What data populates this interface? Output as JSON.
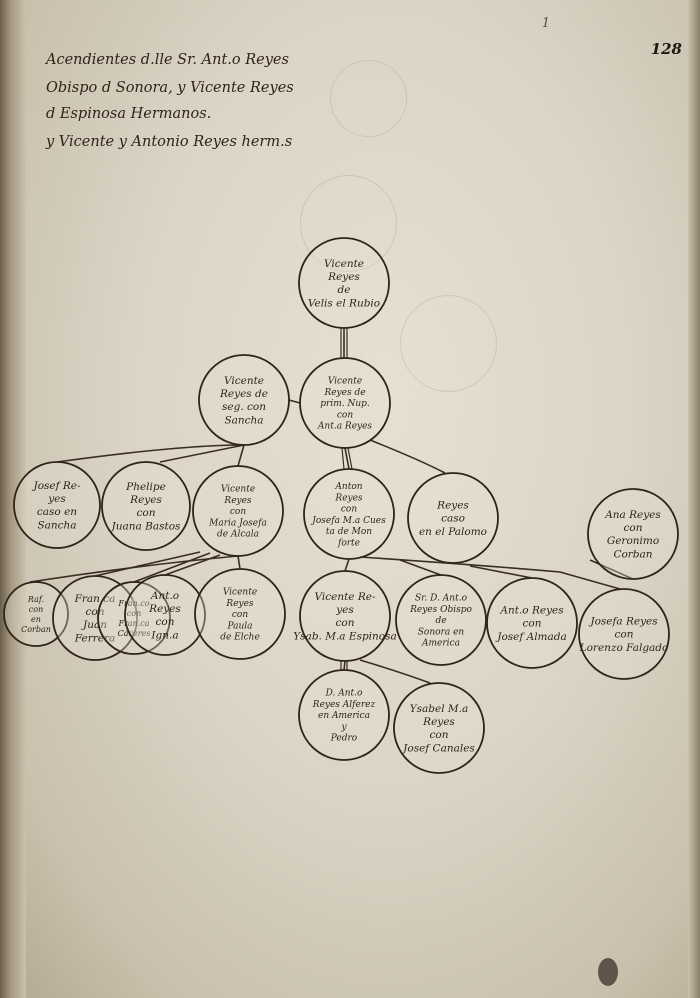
{
  "folio": {
    "number": "128",
    "small_mark": "1"
  },
  "title": {
    "lines": [
      "Acendientes d.lle Sr. Ant.o Reyes",
      "Obispo d Sonora, y Vicente Reyes",
      "d Espinosa Hermanos.",
      "y Vicente y Antonio Reyes herm.s"
    ]
  },
  "tree": {
    "nodes": [
      {
        "id": "n1",
        "lines": [
          "Vicente",
          "Reyes",
          "de",
          "Velis el Rubio"
        ]
      },
      {
        "id": "n2",
        "lines": [
          "Vicente",
          "Reyes de",
          "seg. con",
          "Sancha"
        ]
      },
      {
        "id": "n3",
        "lines": [
          "Vicente",
          "Reyes de",
          "prim. Nup.",
          "con",
          "Ant.a Reyes"
        ]
      },
      {
        "id": "n4",
        "lines": [
          "Josef Re-",
          "yes",
          "caso en",
          "Sancha"
        ]
      },
      {
        "id": "n5",
        "lines": [
          "Phelipe",
          "Reyes",
          "con",
          "Juana Bastos"
        ]
      },
      {
        "id": "n6",
        "lines": [
          "Vicente",
          "Reyes",
          "con",
          "Maria Josefa",
          "de Alcala"
        ]
      },
      {
        "id": "n7",
        "lines": [
          "Anton",
          "Reyes",
          "con",
          "Josefa M.a Cues",
          "ta de Mon",
          "forte"
        ]
      },
      {
        "id": "n8",
        "lines": [
          "Reyes",
          "caso",
          "en el Palomo"
        ]
      },
      {
        "id": "n9",
        "lines": [
          "Ana Reyes",
          "con",
          "Geronimo",
          "Corban"
        ]
      },
      {
        "id": "n10",
        "lines": [
          "Raf.",
          "con",
          "en",
          "Corban"
        ]
      },
      {
        "id": "n11",
        "lines": [
          "Fran.ca",
          "con",
          "Juan",
          "Ferrera"
        ]
      },
      {
        "id": "n12",
        "lines": [
          "Fran.co",
          "con",
          "Fran.ca",
          "Cáceres"
        ]
      },
      {
        "id": "n13",
        "lines": [
          "Ant.o",
          "Reyes",
          "con",
          "Ign.a"
        ]
      },
      {
        "id": "n14",
        "lines": [
          "Vicente",
          "Reyes",
          "con",
          "Paula",
          "de Elche"
        ]
      },
      {
        "id": "n15",
        "lines": [
          "Vicente Re-",
          "yes",
          "con",
          "Ysab. M.a Espinosa"
        ]
      },
      {
        "id": "n16",
        "lines": [
          "Sr. D. Ant.o",
          "Reyes Obispo",
          "de",
          "Sonora en",
          "America"
        ]
      },
      {
        "id": "n17",
        "lines": [
          "Ant.o Reyes",
          "con",
          "Josef Almada"
        ]
      },
      {
        "id": "n18",
        "lines": [
          "Josefa Reyes",
          "con",
          "Lorenzo Falgado"
        ]
      },
      {
        "id": "n19",
        "lines": [
          "D. Ant.o",
          "Reyes Alferez",
          "en America",
          "y",
          "Pedro"
        ]
      },
      {
        "id": "n20",
        "lines": [
          "Ysabel M.a",
          "Reyes",
          "con",
          "Josef Canales"
        ]
      }
    ]
  }
}
